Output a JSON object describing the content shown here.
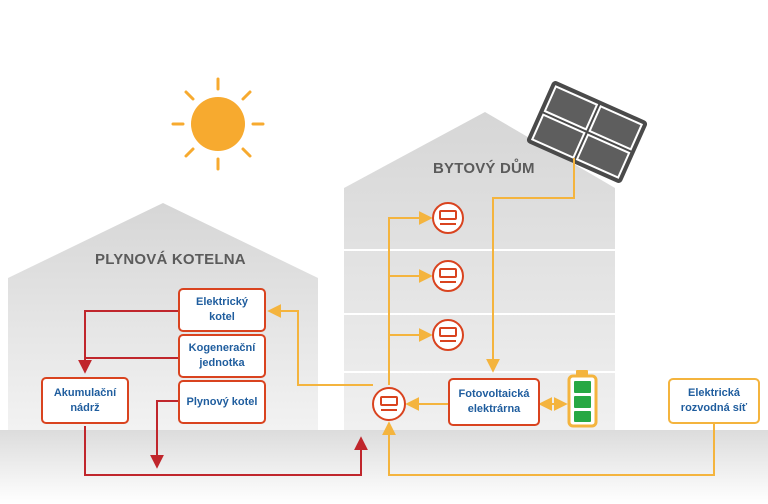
{
  "buildings": {
    "kotelna": {
      "title": "PLYNOVÁ KOTELNA"
    },
    "bytovy_dum": {
      "title": "BYTOVÝ DŮM"
    }
  },
  "nodes": {
    "elektricky_kotel": "Elektrický kotel",
    "kogeneracni_jednotka": "Kogenerační jednotka",
    "plynovy_kotel": "Plynový kotel",
    "akumulacni_nadrz": "Akumulační nádrž",
    "fotovoltaicka_elektrarna": "Fotovoltaická elektrárna",
    "elektricka_rozvodna_sit": "Elektrická rozvodná síť"
  },
  "icons": [
    "sun-icon",
    "solar-panel-icon",
    "electricity-meter-icon",
    "battery-icon"
  ],
  "colors": {
    "heat_line": "#c0262c",
    "power_line": "#f4b43e",
    "box_border": "#d9431f",
    "box_text": "#1f5d9e",
    "sun": "#f7aa2f",
    "building": "#e6e6e6",
    "battery": "#27a844"
  }
}
